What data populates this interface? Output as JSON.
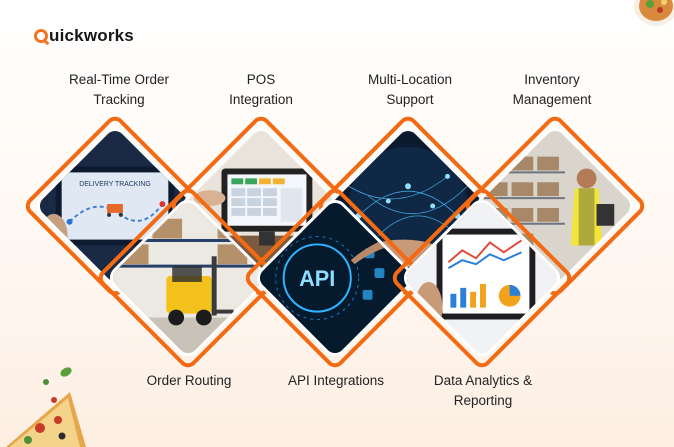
{
  "brand": {
    "name": "uickworks"
  },
  "colors": {
    "accent": "#f36a12",
    "text": "#222222",
    "background": "#fff8f2"
  },
  "features": {
    "top": [
      {
        "id": "tracking",
        "line1": "Real-Time Order",
        "line2": "Tracking"
      },
      {
        "id": "pos",
        "line1": "POS",
        "line2": "Integration"
      },
      {
        "id": "multi",
        "line1": "Multi-Location",
        "line2": "Support"
      },
      {
        "id": "inventory",
        "line1": "Inventory",
        "line2": "Management"
      }
    ],
    "bottom": [
      {
        "id": "routing",
        "line1": "Order Routing",
        "line2": ""
      },
      {
        "id": "api",
        "line1": "API Integrations",
        "line2": ""
      },
      {
        "id": "analytics",
        "line1": "Data Analytics &",
        "line2": "Reporting"
      }
    ]
  },
  "images": {
    "tracking": {
      "screen_title": "DELIVERY TRACKING"
    },
    "api": {
      "text": "API"
    }
  }
}
